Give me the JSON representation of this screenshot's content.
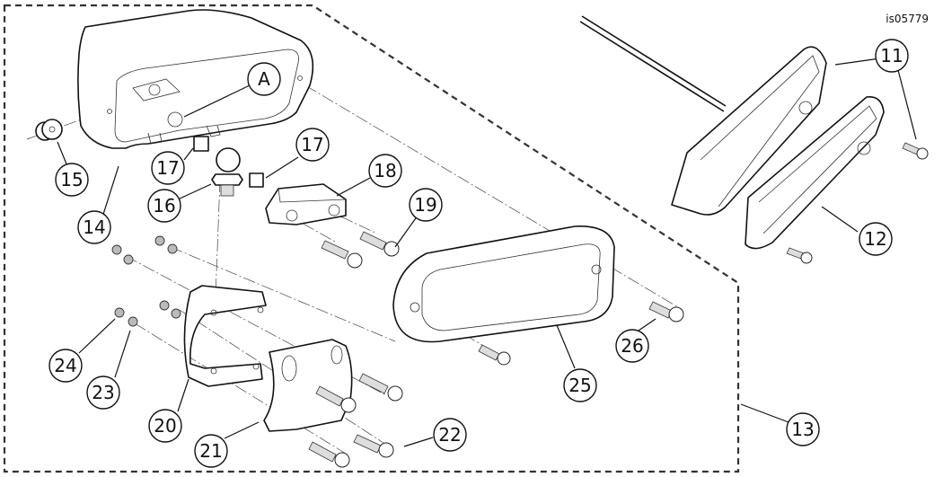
{
  "figure": {
    "id": "is05779",
    "callouts": [
      {
        "label": "A"
      },
      {
        "label": "11"
      },
      {
        "label": "12"
      },
      {
        "label": "13"
      },
      {
        "label": "14"
      },
      {
        "label": "15"
      },
      {
        "label": "16"
      },
      {
        "label": "17"
      },
      {
        "label": "17"
      },
      {
        "label": "18"
      },
      {
        "label": "19"
      },
      {
        "label": "20"
      },
      {
        "label": "21"
      },
      {
        "label": "22"
      },
      {
        "label": "23"
      },
      {
        "label": "24"
      },
      {
        "label": "25"
      },
      {
        "label": "26"
      }
    ]
  }
}
